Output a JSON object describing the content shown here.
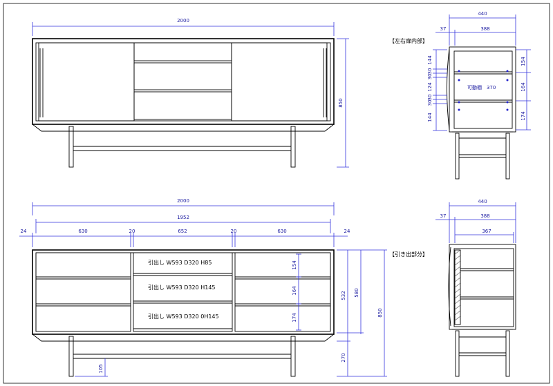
{
  "colors": {
    "dimension": "#2222cc",
    "outline": "#000000",
    "background": "#ffffff"
  },
  "front_view": {
    "width_label": "2000",
    "height_label": "850"
  },
  "side_view_top": {
    "title": "【左右扉内部】",
    "width_label": "440",
    "left_offset_label": "37",
    "inner_width_label": "388",
    "left_dims": [
      "144",
      "30",
      "30",
      "124",
      "30",
      "30",
      "144"
    ],
    "right_dims": [
      "154",
      "164",
      "174"
    ],
    "shelf_label": "可動棚　370"
  },
  "plan_view": {
    "total_label": "2000",
    "inner_label": "1952",
    "segments": [
      "24",
      "630",
      "20",
      "652",
      "20",
      "630",
      "24"
    ],
    "drawers": [
      {
        "label": "引出し W593 D320 H85"
      },
      {
        "label": "引出し W593 D320 H145"
      },
      {
        "label": "引出し W593 D320 0H145"
      }
    ],
    "drawer_height_dims": [
      "154",
      "164",
      "174"
    ],
    "right_dims": [
      "532",
      "580",
      "850"
    ],
    "leg_dims": [
      "270",
      "105"
    ]
  },
  "side_view_bottom": {
    "title": "【引き出部分】",
    "width_label": "440",
    "left_offset_label": "37",
    "inner_width_label": "388",
    "drawer_depth_label": "367"
  }
}
